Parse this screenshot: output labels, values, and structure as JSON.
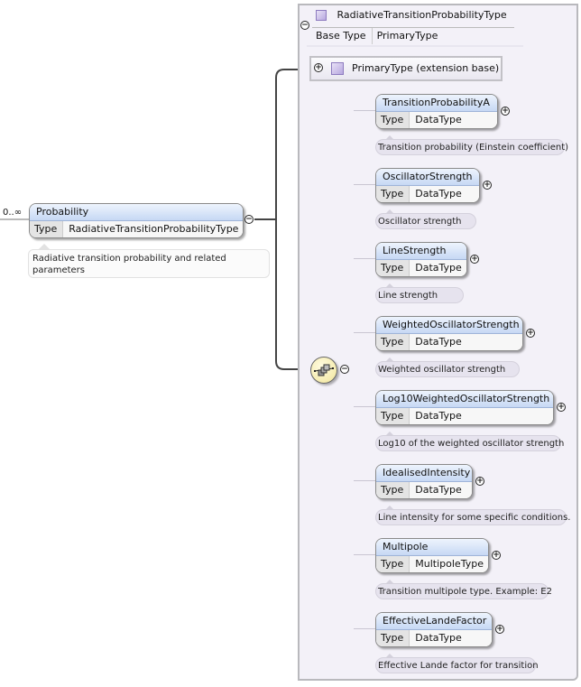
{
  "root_element": {
    "cardinality": "0..∞",
    "name": "Probability",
    "type_label": "Type",
    "type_value": "RadiativeTransitionProbabilityType",
    "documentation": "Radiative transition probability and related parameters",
    "collapse_icon": "minus-circle-icon"
  },
  "complex_type": {
    "name": "RadiativeTransitionProbabilityType",
    "base_type_label": "Base Type",
    "base_type_value": "PrimaryType",
    "collapse_icon": "minus-circle-icon",
    "extension": {
      "label": "PrimaryType (extension base)",
      "expand_icon": "plus-circle-icon"
    },
    "compositor": {
      "kind": "sequence",
      "icon": "sequence-compositor-icon",
      "collapse_icon": "minus-circle-icon"
    }
  },
  "children": [
    {
      "name": "TransitionProbabilityA",
      "type_label": "Type",
      "type_value": "DataType",
      "documentation": "Transition probability (Einstein coefficient)"
    },
    {
      "name": "OscillatorStrength",
      "type_label": "Type",
      "type_value": "DataType",
      "documentation": "Oscillator strength"
    },
    {
      "name": "LineStrength",
      "type_label": "Type",
      "type_value": "DataType",
      "documentation": "Line strength"
    },
    {
      "name": "WeightedOscillatorStrength",
      "type_label": "Type",
      "type_value": "DataType",
      "documentation": "Weighted oscillator strength"
    },
    {
      "name": "Log10WeightedOscillatorStrength",
      "type_label": "Type",
      "type_value": "DataType",
      "documentation": "Log10 of the weighted oscillator strength"
    },
    {
      "name": "IdealisedIntensity",
      "type_label": "Type",
      "type_value": "DataType",
      "documentation": "Line intensity for some specific conditions."
    },
    {
      "name": "Multipole",
      "type_label": "Type",
      "type_value": "MultipoleType",
      "documentation": "Transition multipole type. Example: E2"
    },
    {
      "name": "EffectiveLandeFactor",
      "type_label": "Type",
      "type_value": "DataType",
      "documentation": "Effective Lande factor for transition"
    }
  ],
  "colors": {
    "element_header": "#c6d8f4",
    "container_bg": "#f3f1f8",
    "documentation_bg": "#e6e3ee",
    "compositor_bg": "#f1e59a"
  }
}
